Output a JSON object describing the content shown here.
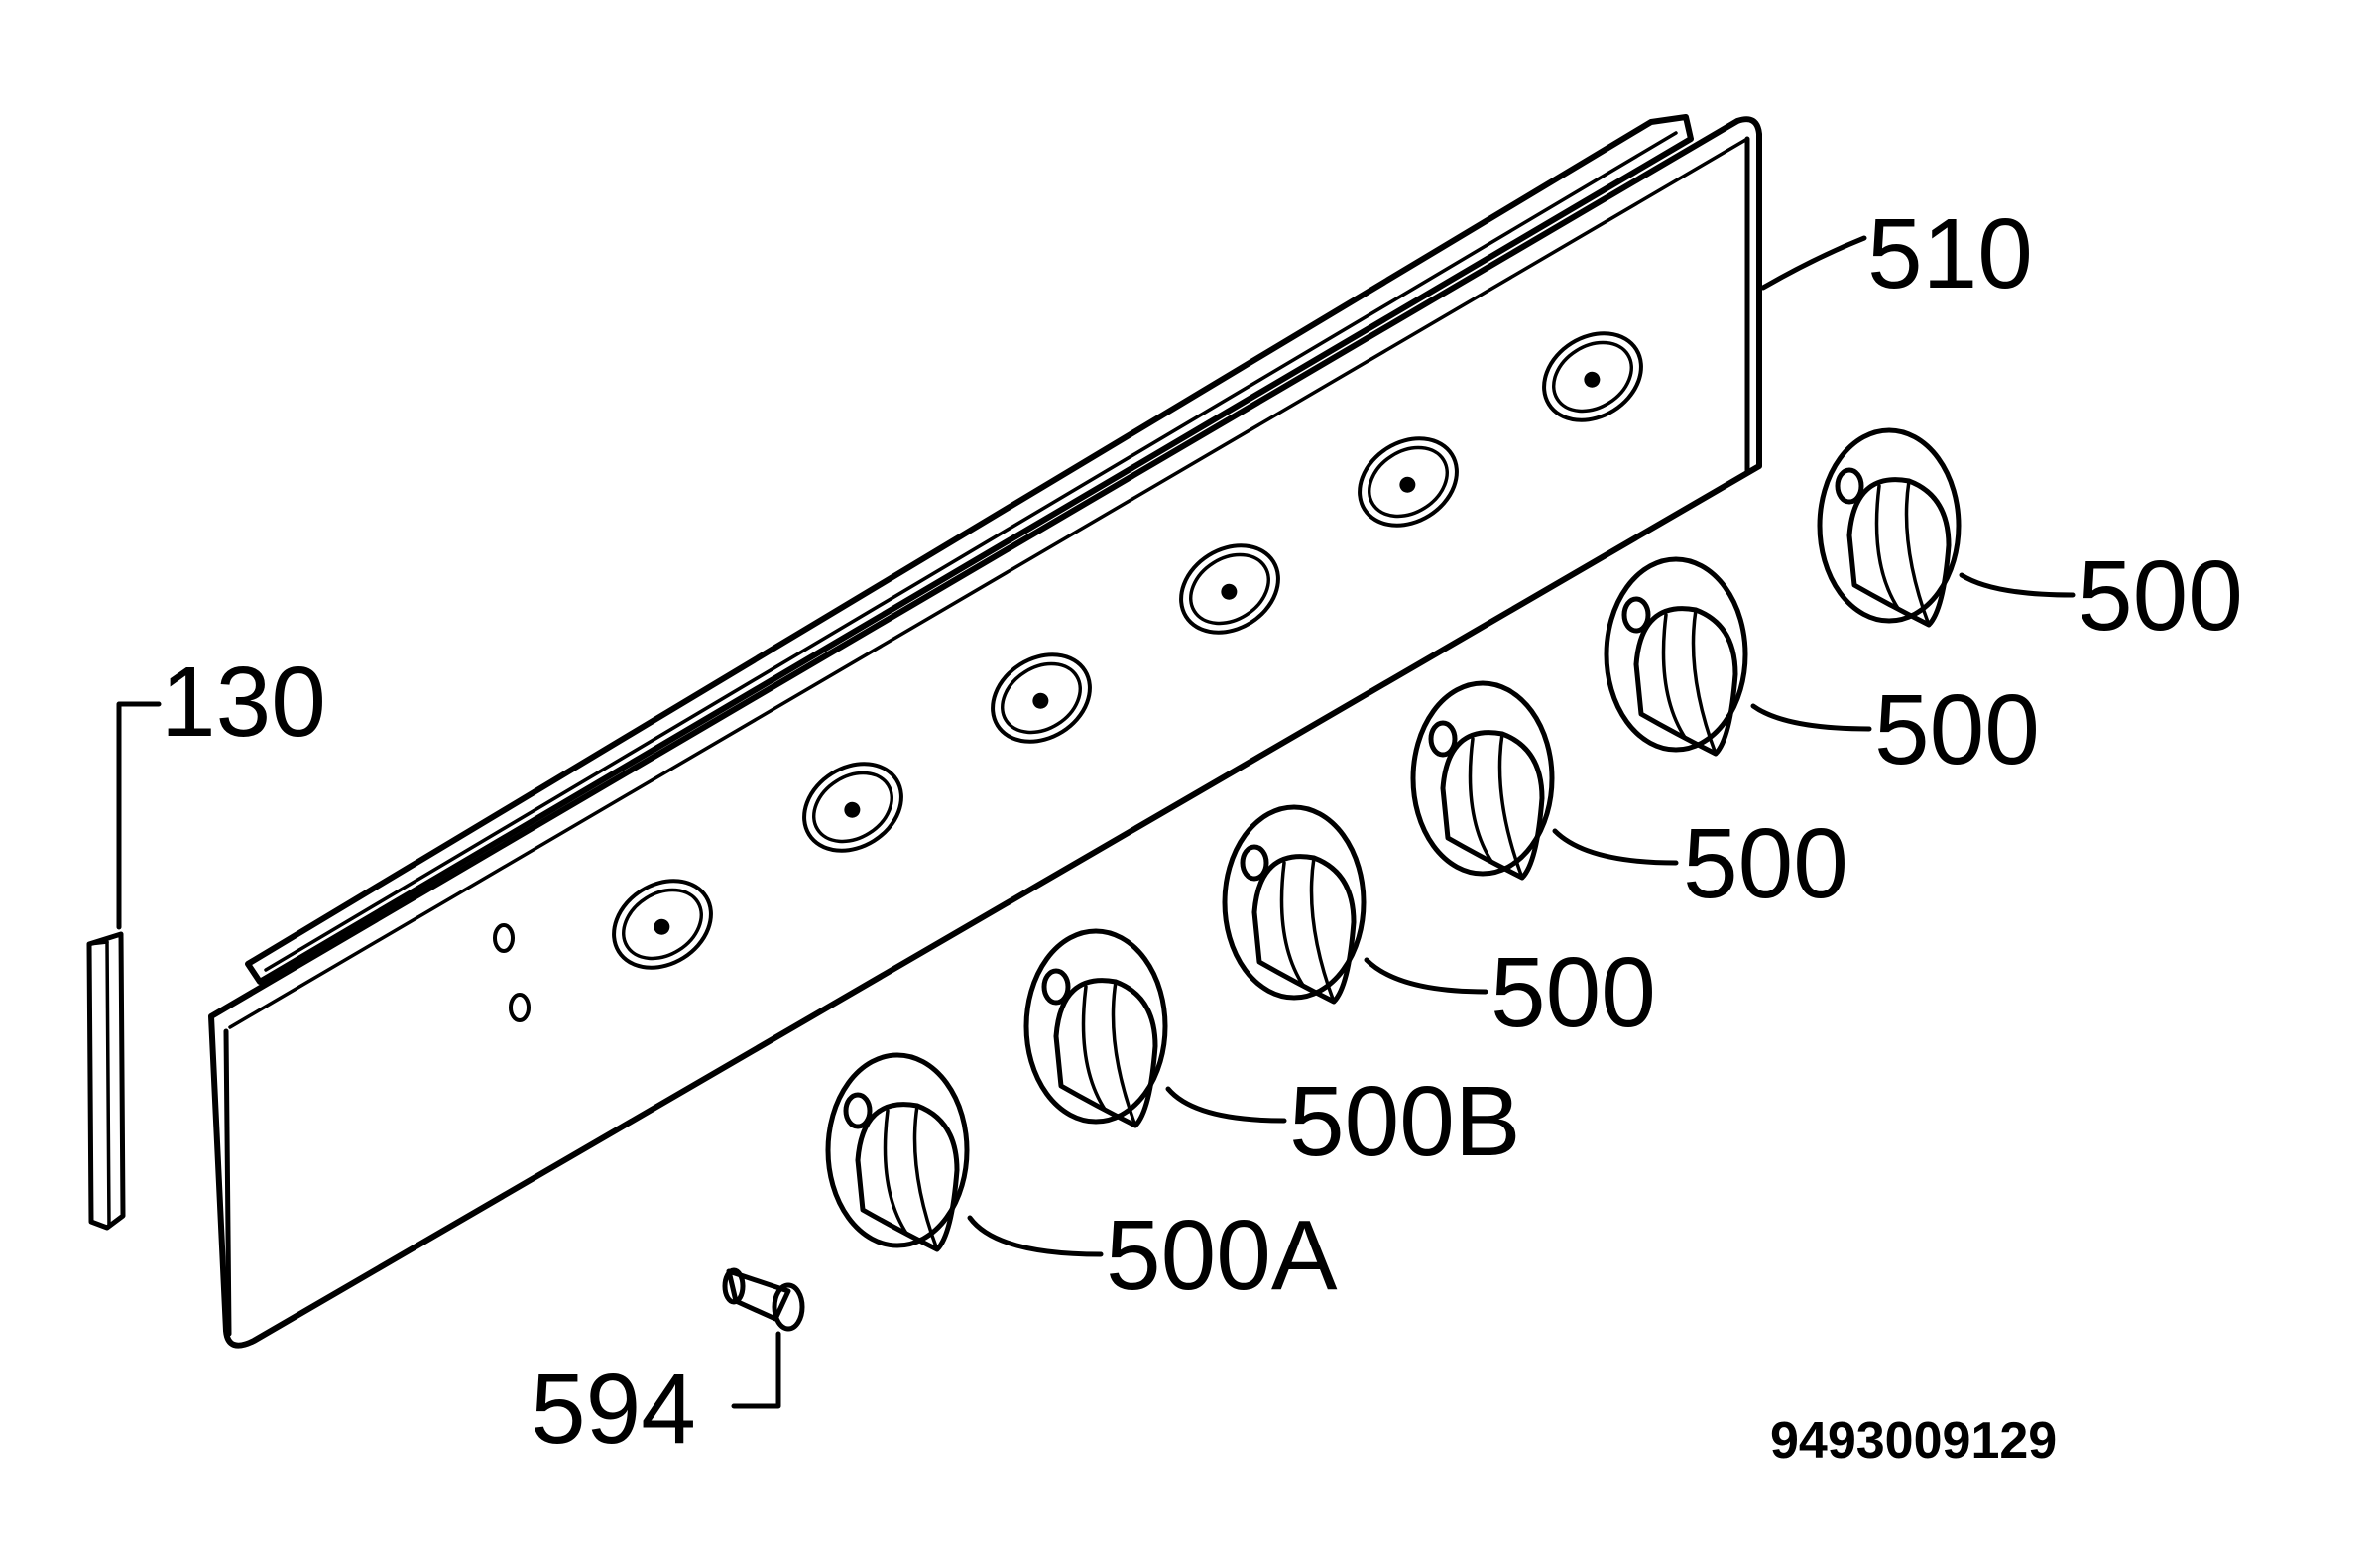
{
  "labels": {
    "p510": "510",
    "p130": "130",
    "p500_1": "500",
    "p500_2": "500",
    "p500_3": "500",
    "p500_4": "500",
    "p500B": "500B",
    "p500A": "500A",
    "p594": "594"
  },
  "document_code": "9493009129"
}
